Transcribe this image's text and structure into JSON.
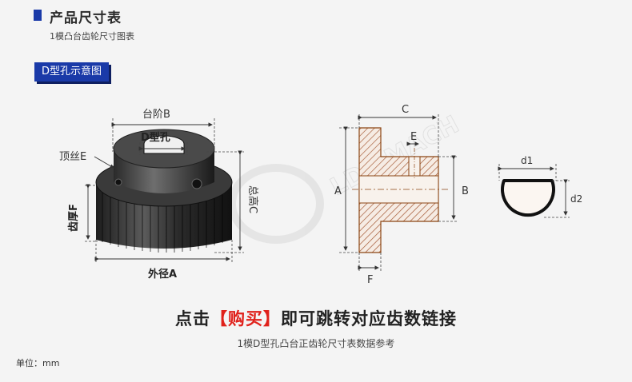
{
  "header": {
    "title": "产品尺寸表",
    "subtitle": "1模凸台齿轮尺寸图表",
    "section_tag": "D型孔示意图"
  },
  "gear_photo": {
    "hub_label": "台阶B",
    "bore_label": "D型孔",
    "top_wire_label": "顶丝E",
    "tooth_thickness_label": "齿厚F",
    "height_label": "总高C",
    "outer_diameter_label": "外径A"
  },
  "section_drawing": {
    "label_A": "A",
    "label_B": "B",
    "label_C": "C",
    "label_E": "E",
    "label_F": "F"
  },
  "d_hole_drawing": {
    "label_d1": "d1",
    "label_d2": "d2"
  },
  "watermark": "LDP MACH",
  "cta": {
    "prefix": "点击",
    "bracket_open": "【",
    "action": "购买",
    "bracket_close": "】",
    "suffix": "即可跳转对应齿数链接",
    "subtitle": "1模D型孔凸台正齿轮尺寸表数据参考"
  },
  "unit_note": "单位：mm",
  "colors": {
    "accent_blue": "#1a3aa8",
    "accent_red": "#e0211b",
    "drawing_brown": "#a0522d"
  }
}
